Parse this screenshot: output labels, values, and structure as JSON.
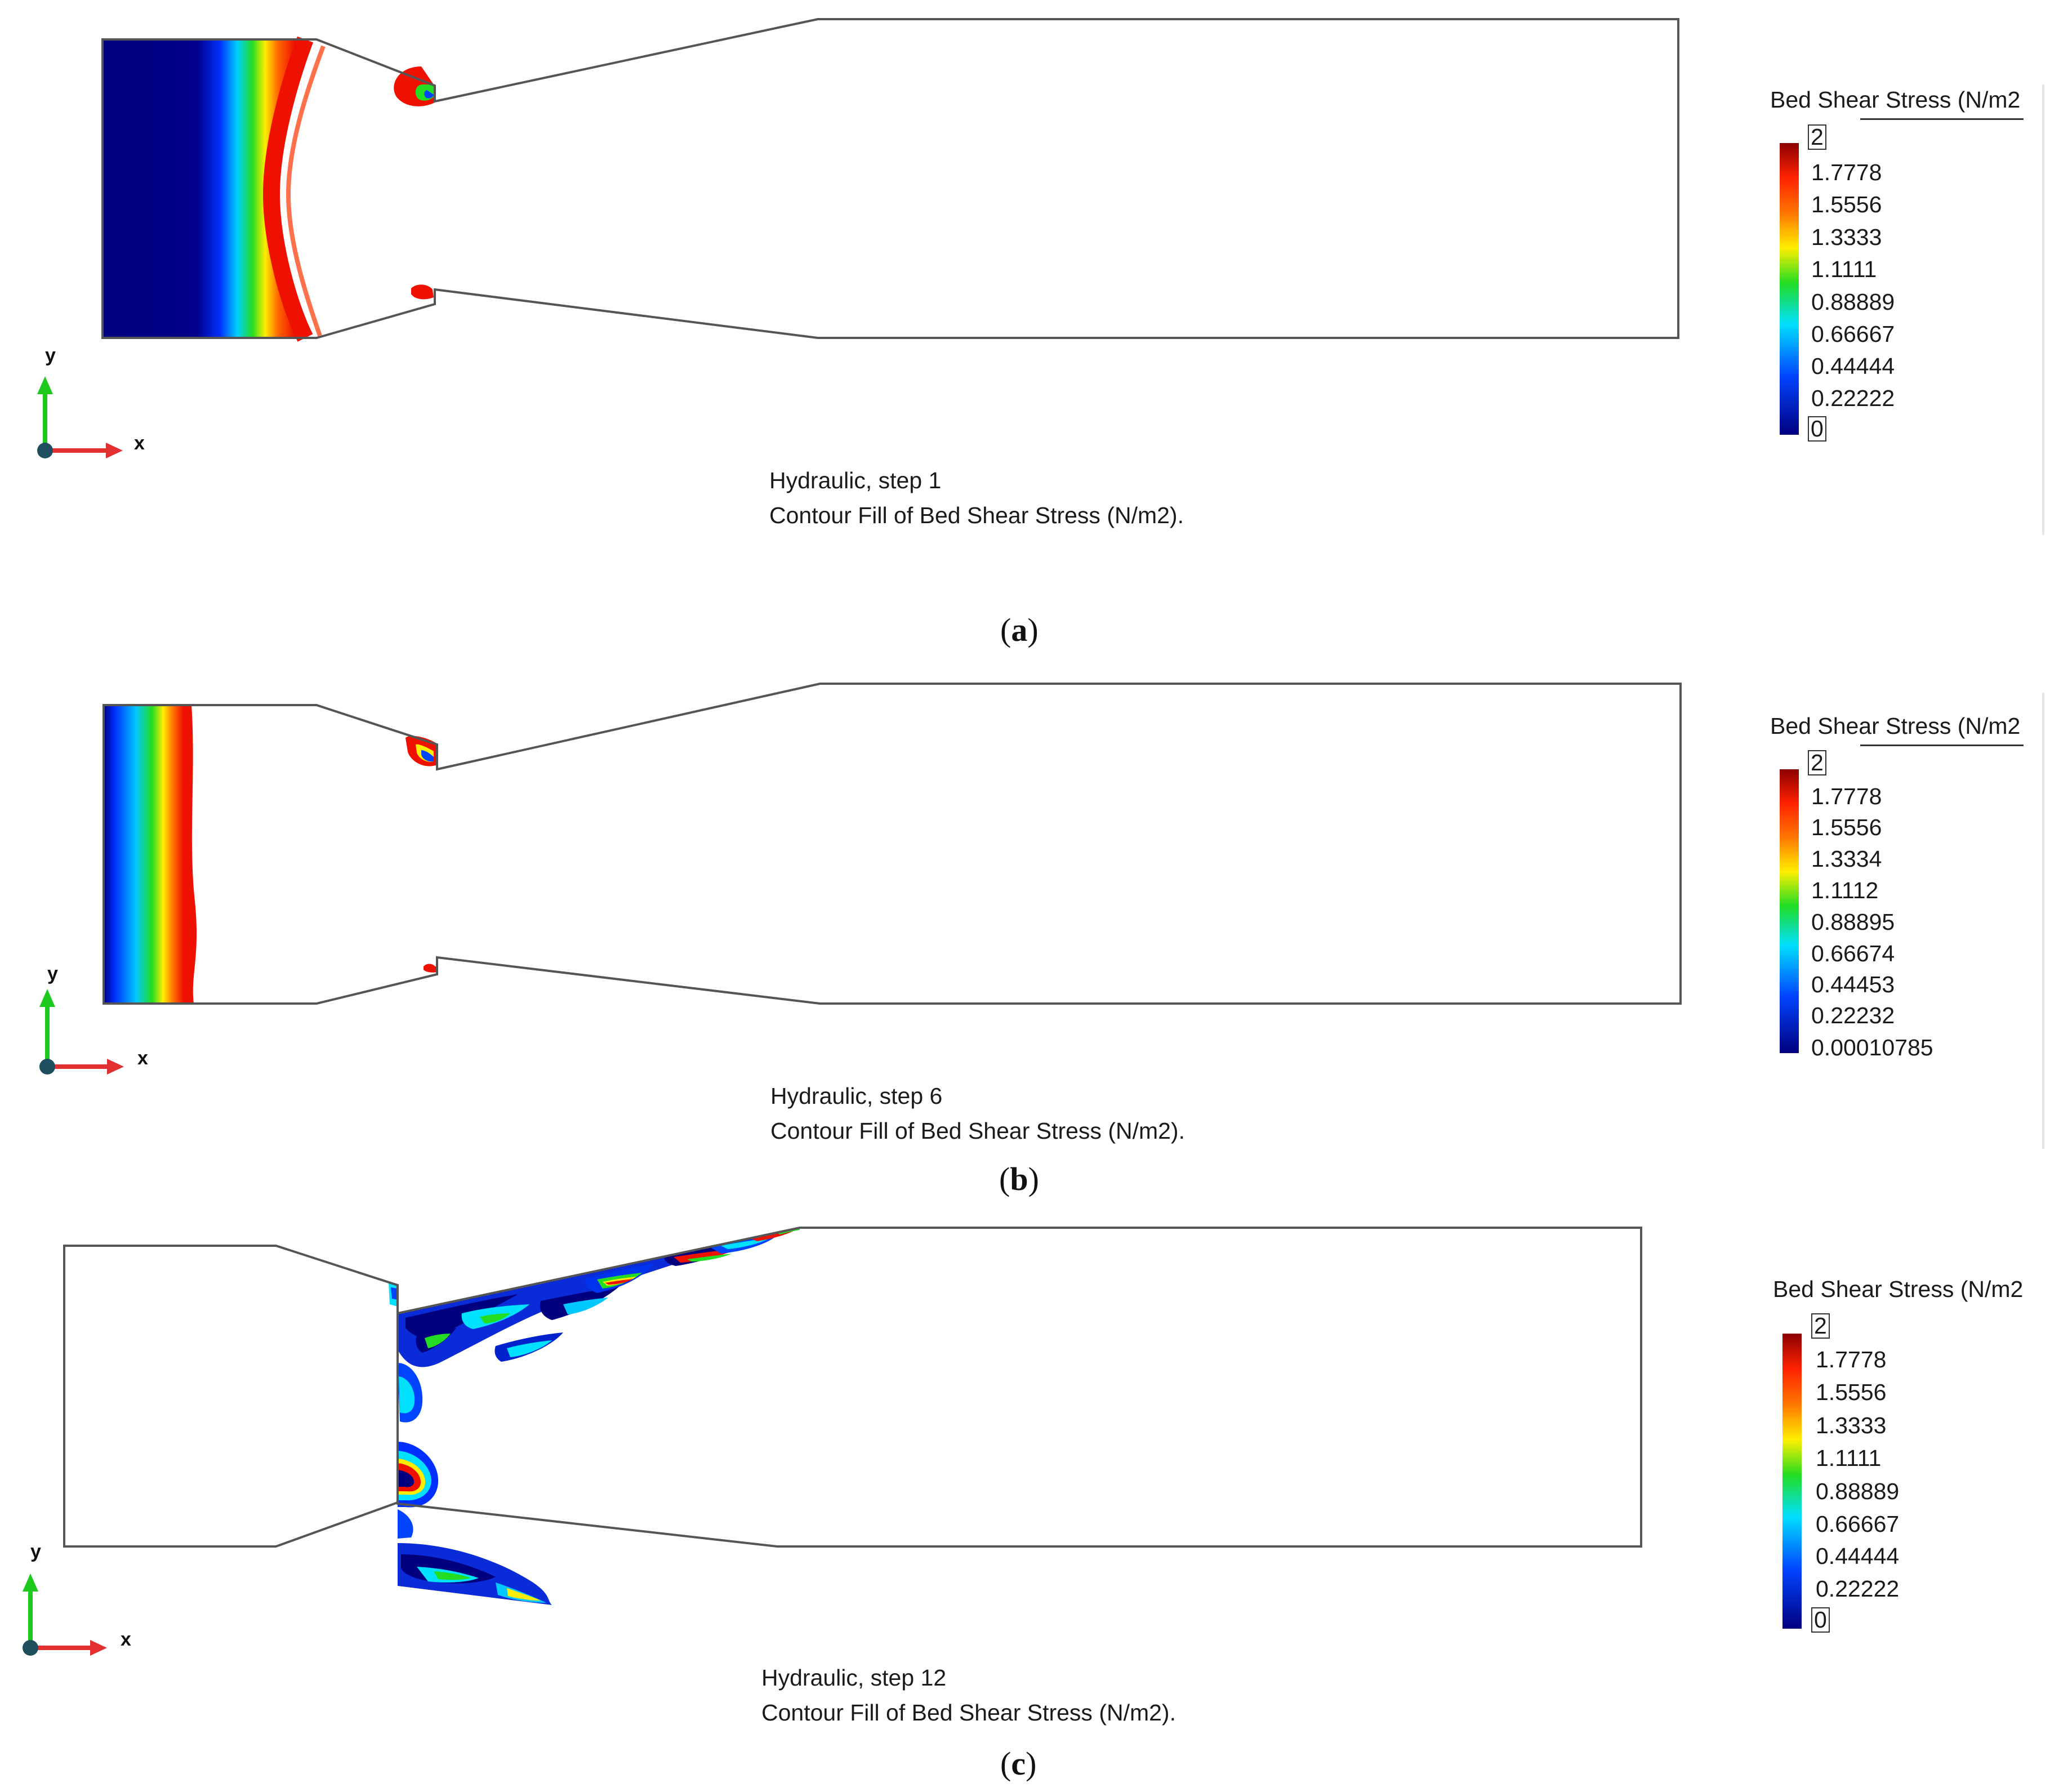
{
  "panels": [
    {
      "id": "a",
      "label": "a",
      "legend": {
        "title": "Bed Shear Stress (N/m2",
        "ticks": [
          "2",
          "1.7778",
          "1.5556",
          "1.3333",
          "1.1111",
          "0.88889",
          "0.66667",
          "0.44444",
          "0.22222",
          "0"
        ]
      },
      "caption": {
        "line1": "Hydraulic, step 1",
        "line2": "Contour Fill of Bed Shear Stress (N/m2)."
      },
      "axes": {
        "y": "y",
        "x": "x"
      }
    },
    {
      "id": "b",
      "label": "b",
      "legend": {
        "title": "Bed Shear Stress (N/m2",
        "ticks": [
          "2",
          "1.7778",
          "1.5556",
          "1.3334",
          "1.1112",
          "0.88895",
          "0.66674",
          "0.44453",
          "0.22232",
          "0.00010785"
        ]
      },
      "caption": {
        "line1": "Hydraulic, step 6",
        "line2": "Contour Fill of Bed Shear Stress (N/m2)."
      },
      "axes": {
        "y": "y",
        "x": "x"
      }
    },
    {
      "id": "c",
      "label": "c",
      "legend": {
        "title": "Bed Shear Stress (N/m2",
        "ticks": [
          "2",
          "1.7778",
          "1.5556",
          "1.3333",
          "1.1111",
          "0.88889",
          "0.66667",
          "0.44444",
          "0.22222",
          "0"
        ]
      },
      "caption": {
        "line1": "Hydraulic, step 12",
        "line2": "Contour Fill of Bed Shear Stress (N/m2)."
      },
      "axes": {
        "y": "y",
        "x": "x"
      }
    }
  ],
  "colors": {
    "scale_low": "#00007f",
    "scale_blue": "#0044ff",
    "scale_cyan": "#00e0ff",
    "scale_green": "#22dd22",
    "scale_yellow": "#ffee00",
    "scale_red": "#ff2200",
    "scale_high": "#8b0000",
    "axis_y": "#1ec91e",
    "axis_x": "#e23030",
    "outline": "#555555"
  }
}
